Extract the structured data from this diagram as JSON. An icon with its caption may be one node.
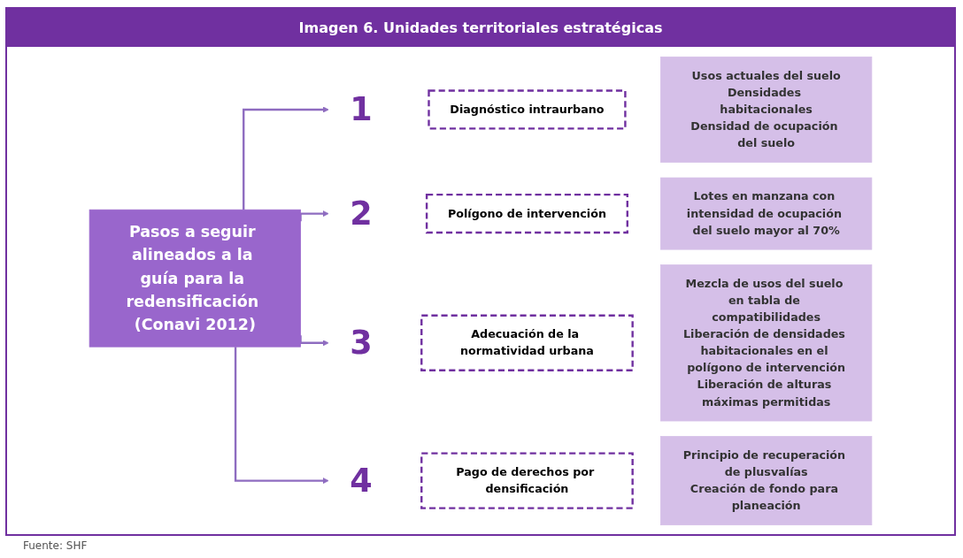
{
  "diagram": {
    "title": "Imagen 6. Unidades territoriales estratégicas",
    "caption": "Fuente: SHF",
    "nodes": [
      {
        "text": [
          "Pasos a seguir alineados a la guía para la redensificación (Conavi 2012)"
        ]
      },
      {
        "text": [
          "1"
        ]
      },
      {
        "text": [
          "Diagnóstico intraurbano"
        ]
      },
      {
        "text": [
          "Usos actuales del suelo",
          "Densidades habitacionales",
          "Densidad de ocupación del suelo"
        ]
      },
      {
        "text": [
          "2"
        ]
      },
      {
        "text": [
          "Polígono de intervención"
        ]
      },
      {
        "text": [
          "Lotes en manzana con intensidad de ocupación del suelo mayor al 70%"
        ]
      },
      {
        "text": [
          "3"
        ]
      },
      {
        "text": [
          "Adecuación de la normatividad urbana"
        ]
      },
      {
        "text": [
          "Mezcla de usos del suelo en tabla de compatibilidades",
          "Liberación de densidades habitacionales en el polígono de intervención",
          "Liberación de alturas máximas permitidas"
        ]
      },
      {
        "text": [
          "4"
        ]
      },
      {
        "text": [
          "Pago de derechos por densificación"
        ]
      },
      {
        "text": [
          "Principio de recuperación de plusvalías",
          "Creación de fondo para planeación"
        ]
      }
    ],
    "edges": [
      {
        "from": 0,
        "to": 1,
        "arrow": "to"
      },
      {
        "from": 0,
        "to": 4,
        "arrow": "to"
      },
      {
        "from": 0,
        "to": 7,
        "arrow": "to"
      },
      {
        "from": 0,
        "to": 10,
        "arrow": "to"
      }
    ]
  }
}
